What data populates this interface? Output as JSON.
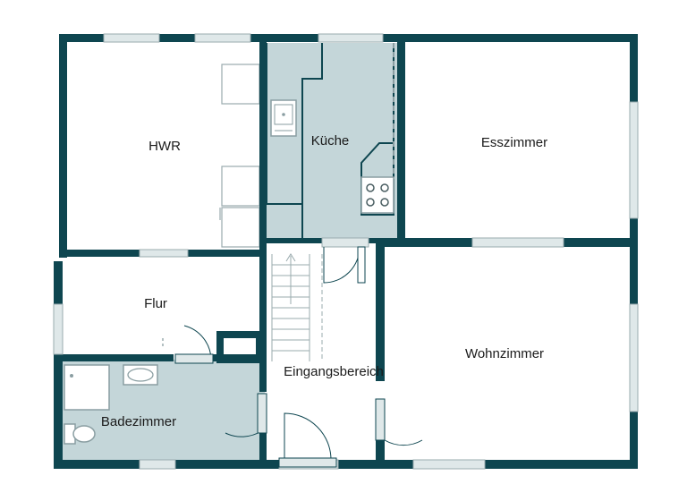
{
  "colors": {
    "wall": "#0e4650",
    "wet_floor": "#c4d6d9",
    "fixture_fill": "#ffffff",
    "fixture_line": "#8a9ea2",
    "window": "#dfe8e9",
    "label": "#1a1a1a"
  },
  "rooms": {
    "hwr": "HWR",
    "kueche": "Küche",
    "esszimmer": "Esszimmer",
    "flur": "Flur",
    "eingangsbereich": "Eingangsbereich",
    "wohnzimmer": "Wohnzimmer",
    "badezimmer": "Badezimmer"
  },
  "icons": {
    "sink": "sink-icon",
    "stove": "stove-icon",
    "shower": "shower-icon",
    "washbasin": "washbasin-icon",
    "toilet": "toilet-icon",
    "stairs": "stairs-icon"
  }
}
